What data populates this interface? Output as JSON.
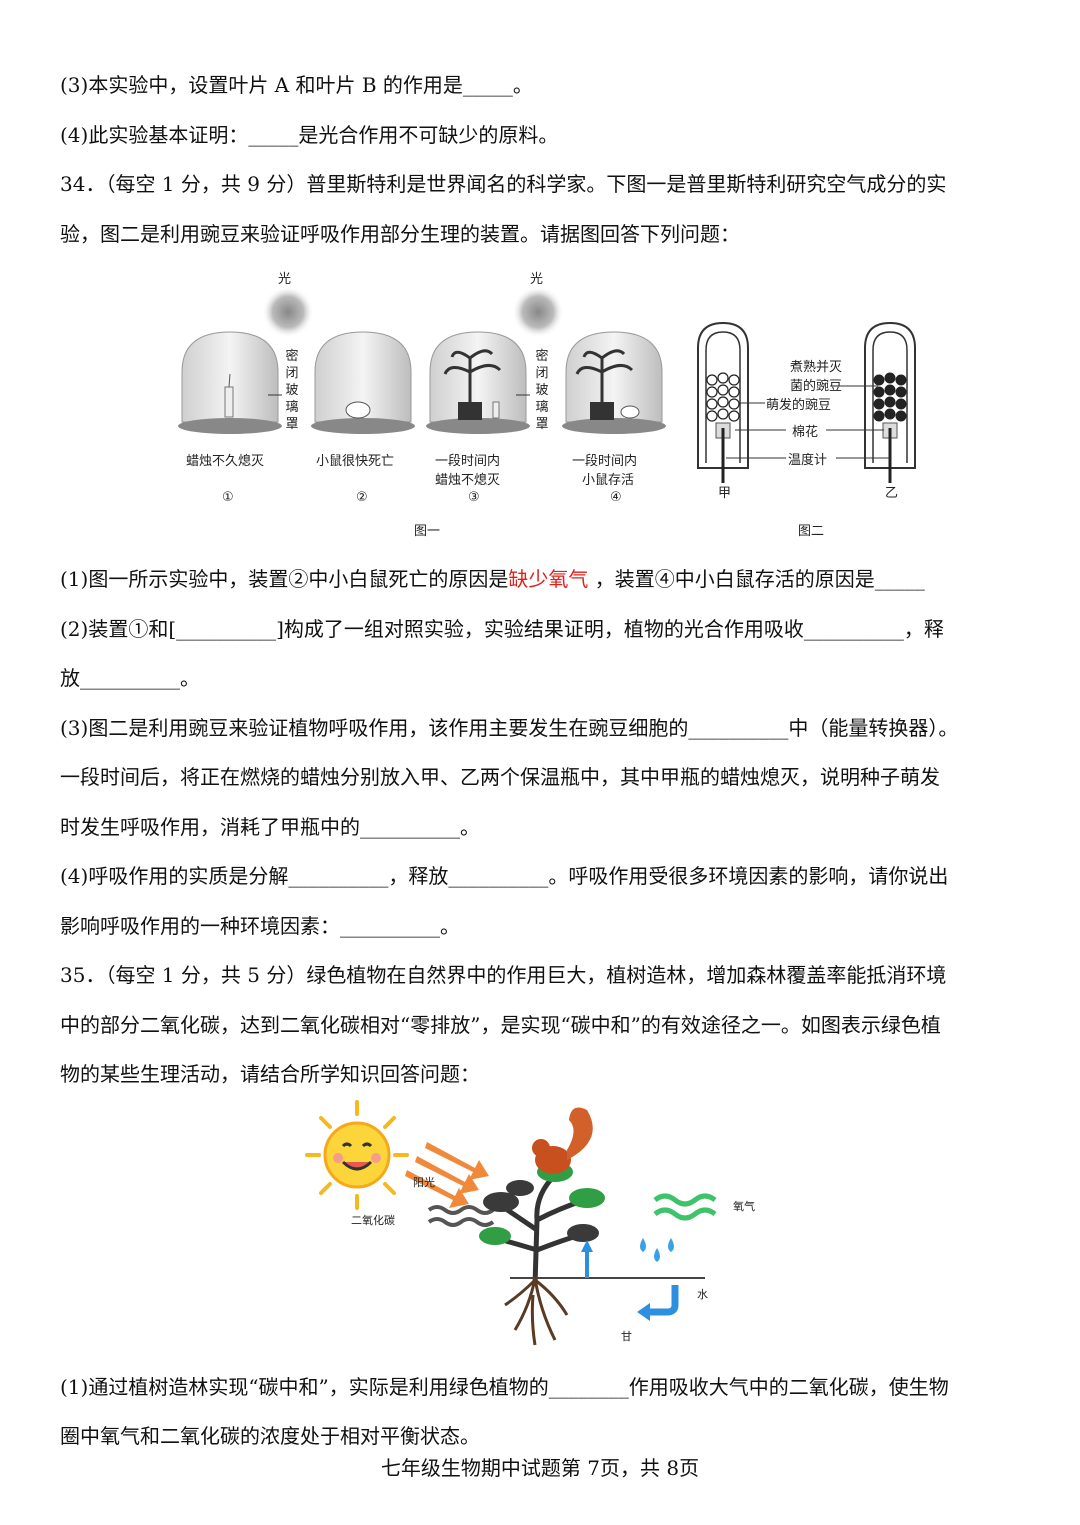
{
  "lines": [
    "(3)本实验中，设置叶片 A 和叶片 B 的作用是_____。",
    "(4)此实验基本证明：_____是光合作用不可缺少的原料。",
    "34．（每空 1 分，共 9 分）普里斯特利是世界闻名的科学家。下图一是普里斯特利研究空气成分的实",
    "验，图二是利用豌豆来验证呼吸作用部分生理的装置。请据图回答下列问题："
  ],
  "q34_1": {
    "before": "(1)图一所示实验中，装置②中小白鼠死亡的原因是",
    "answer": "缺少氧气",
    "after": " ，装置④中小白鼠存活的原因是_____"
  },
  "lines2": [
    "(2)装置①和[__________]构成了一组对照实验，实验结果证明，植物的光合作用吸收__________，释",
    "放__________。",
    "(3)图二是利用豌豆来验证植物呼吸作用，该作用主要发生在豌豆细胞的__________中（能量转换器）。",
    "一段时间后，将正在燃烧的蜡烛分别放入甲、乙两个保温瓶中，其中甲瓶的蜡烛熄灭，说明种子萌发",
    "时发生呼吸作用，消耗了甲瓶中的__________。",
    "(4)呼吸作用的实质是分解__________，释放__________。呼吸作用受很多环境因素的影响，请你说出",
    "影响呼吸作用的一种环境因素：__________。",
    "35．（每空 1 分，共 5 分）绿色植物在自然界中的作用巨大，植树造林，增加森林覆盖率能抵消环境",
    "中的部分二氧化碳，达到二氧化碳相对“零排放”，是实现“碳中和”的有效途径之一。如图表示绿色植",
    "物的某些生理活动，请结合所学知识回答问题：",
    "(1)通过植树造林实现“碳中和”，实际是利用绿色植物的________作用吸收大气中的二氧化碳，使生物",
    "圈中氧气和二氧化碳的浓度处于相对平衡状态。"
  ],
  "figure1": {
    "light": "光",
    "sealed_cover": "密闭玻璃罩",
    "captions": [
      "蜡烛不久熄灭",
      "小鼠很快死亡",
      "一段时间内",
      "蜡烛不熄灭",
      "一段时间内",
      "小鼠存活"
    ],
    "numbers": [
      "①",
      "②",
      "③",
      "④"
    ],
    "title": "图一"
  },
  "figure2": {
    "labels": [
      "煮熟并灭",
      "菌的豌豆",
      "萌发的豌豆",
      "棉花",
      "温度计"
    ],
    "flask_a": "甲",
    "flask_b": "乙",
    "title": "图二"
  },
  "figure3": {
    "sunlight": "阳光",
    "co2": "二氧化碳",
    "oxygen": "氧气",
    "water": "水",
    "root_mark": "甘"
  },
  "footer": "七年级生物期中试题第 7页，共 8页",
  "colors": {
    "answer": "#e0201c",
    "text": "#111111"
  }
}
